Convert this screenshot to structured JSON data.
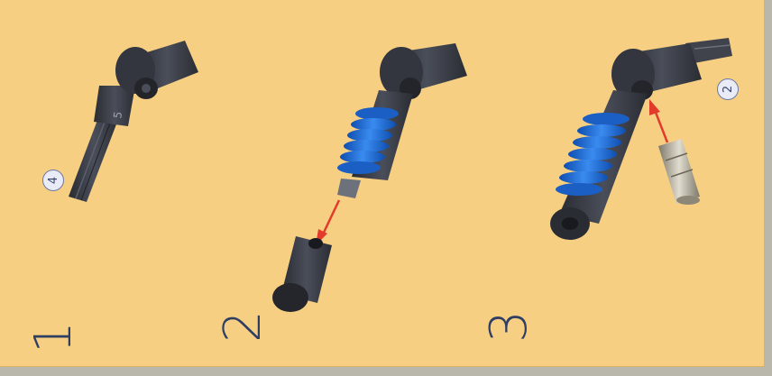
{
  "steps": [
    {
      "number": "1",
      "quantity_callout": "4"
    },
    {
      "number": "2"
    },
    {
      "number": "3",
      "quantity_callout": "2"
    }
  ],
  "colors": {
    "background": "#f6cf83",
    "dark_gray_part": "#3a3d46",
    "blue_spring": "#1f6fd6",
    "arrow_red": "#e23b2c",
    "number_ink": "#2f3e63"
  },
  "icons": [
    "technic-axle",
    "technic-angle-connector",
    "shock-absorber-spring",
    "technic-cylinder-cap",
    "metal-hinge-pin",
    "insert-arrow"
  ]
}
